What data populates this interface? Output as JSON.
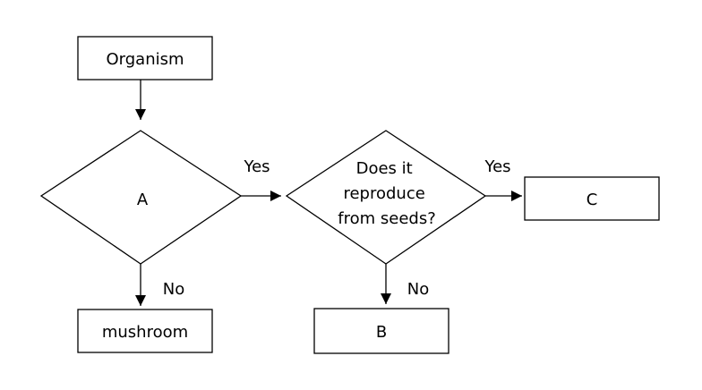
{
  "nodes": {
    "organism": "Organism",
    "decision_a": "A",
    "decision_seeds": [
      "Does it",
      "reproduce",
      "from seeds?"
    ],
    "mushroom": "mushroom",
    "b": "B",
    "c": "C"
  },
  "edges": {
    "a_yes": "Yes",
    "a_no": "No",
    "seeds_yes": "Yes",
    "seeds_no": "No"
  },
  "colors": {
    "stroke": "#000000",
    "background": "#ffffff"
  }
}
